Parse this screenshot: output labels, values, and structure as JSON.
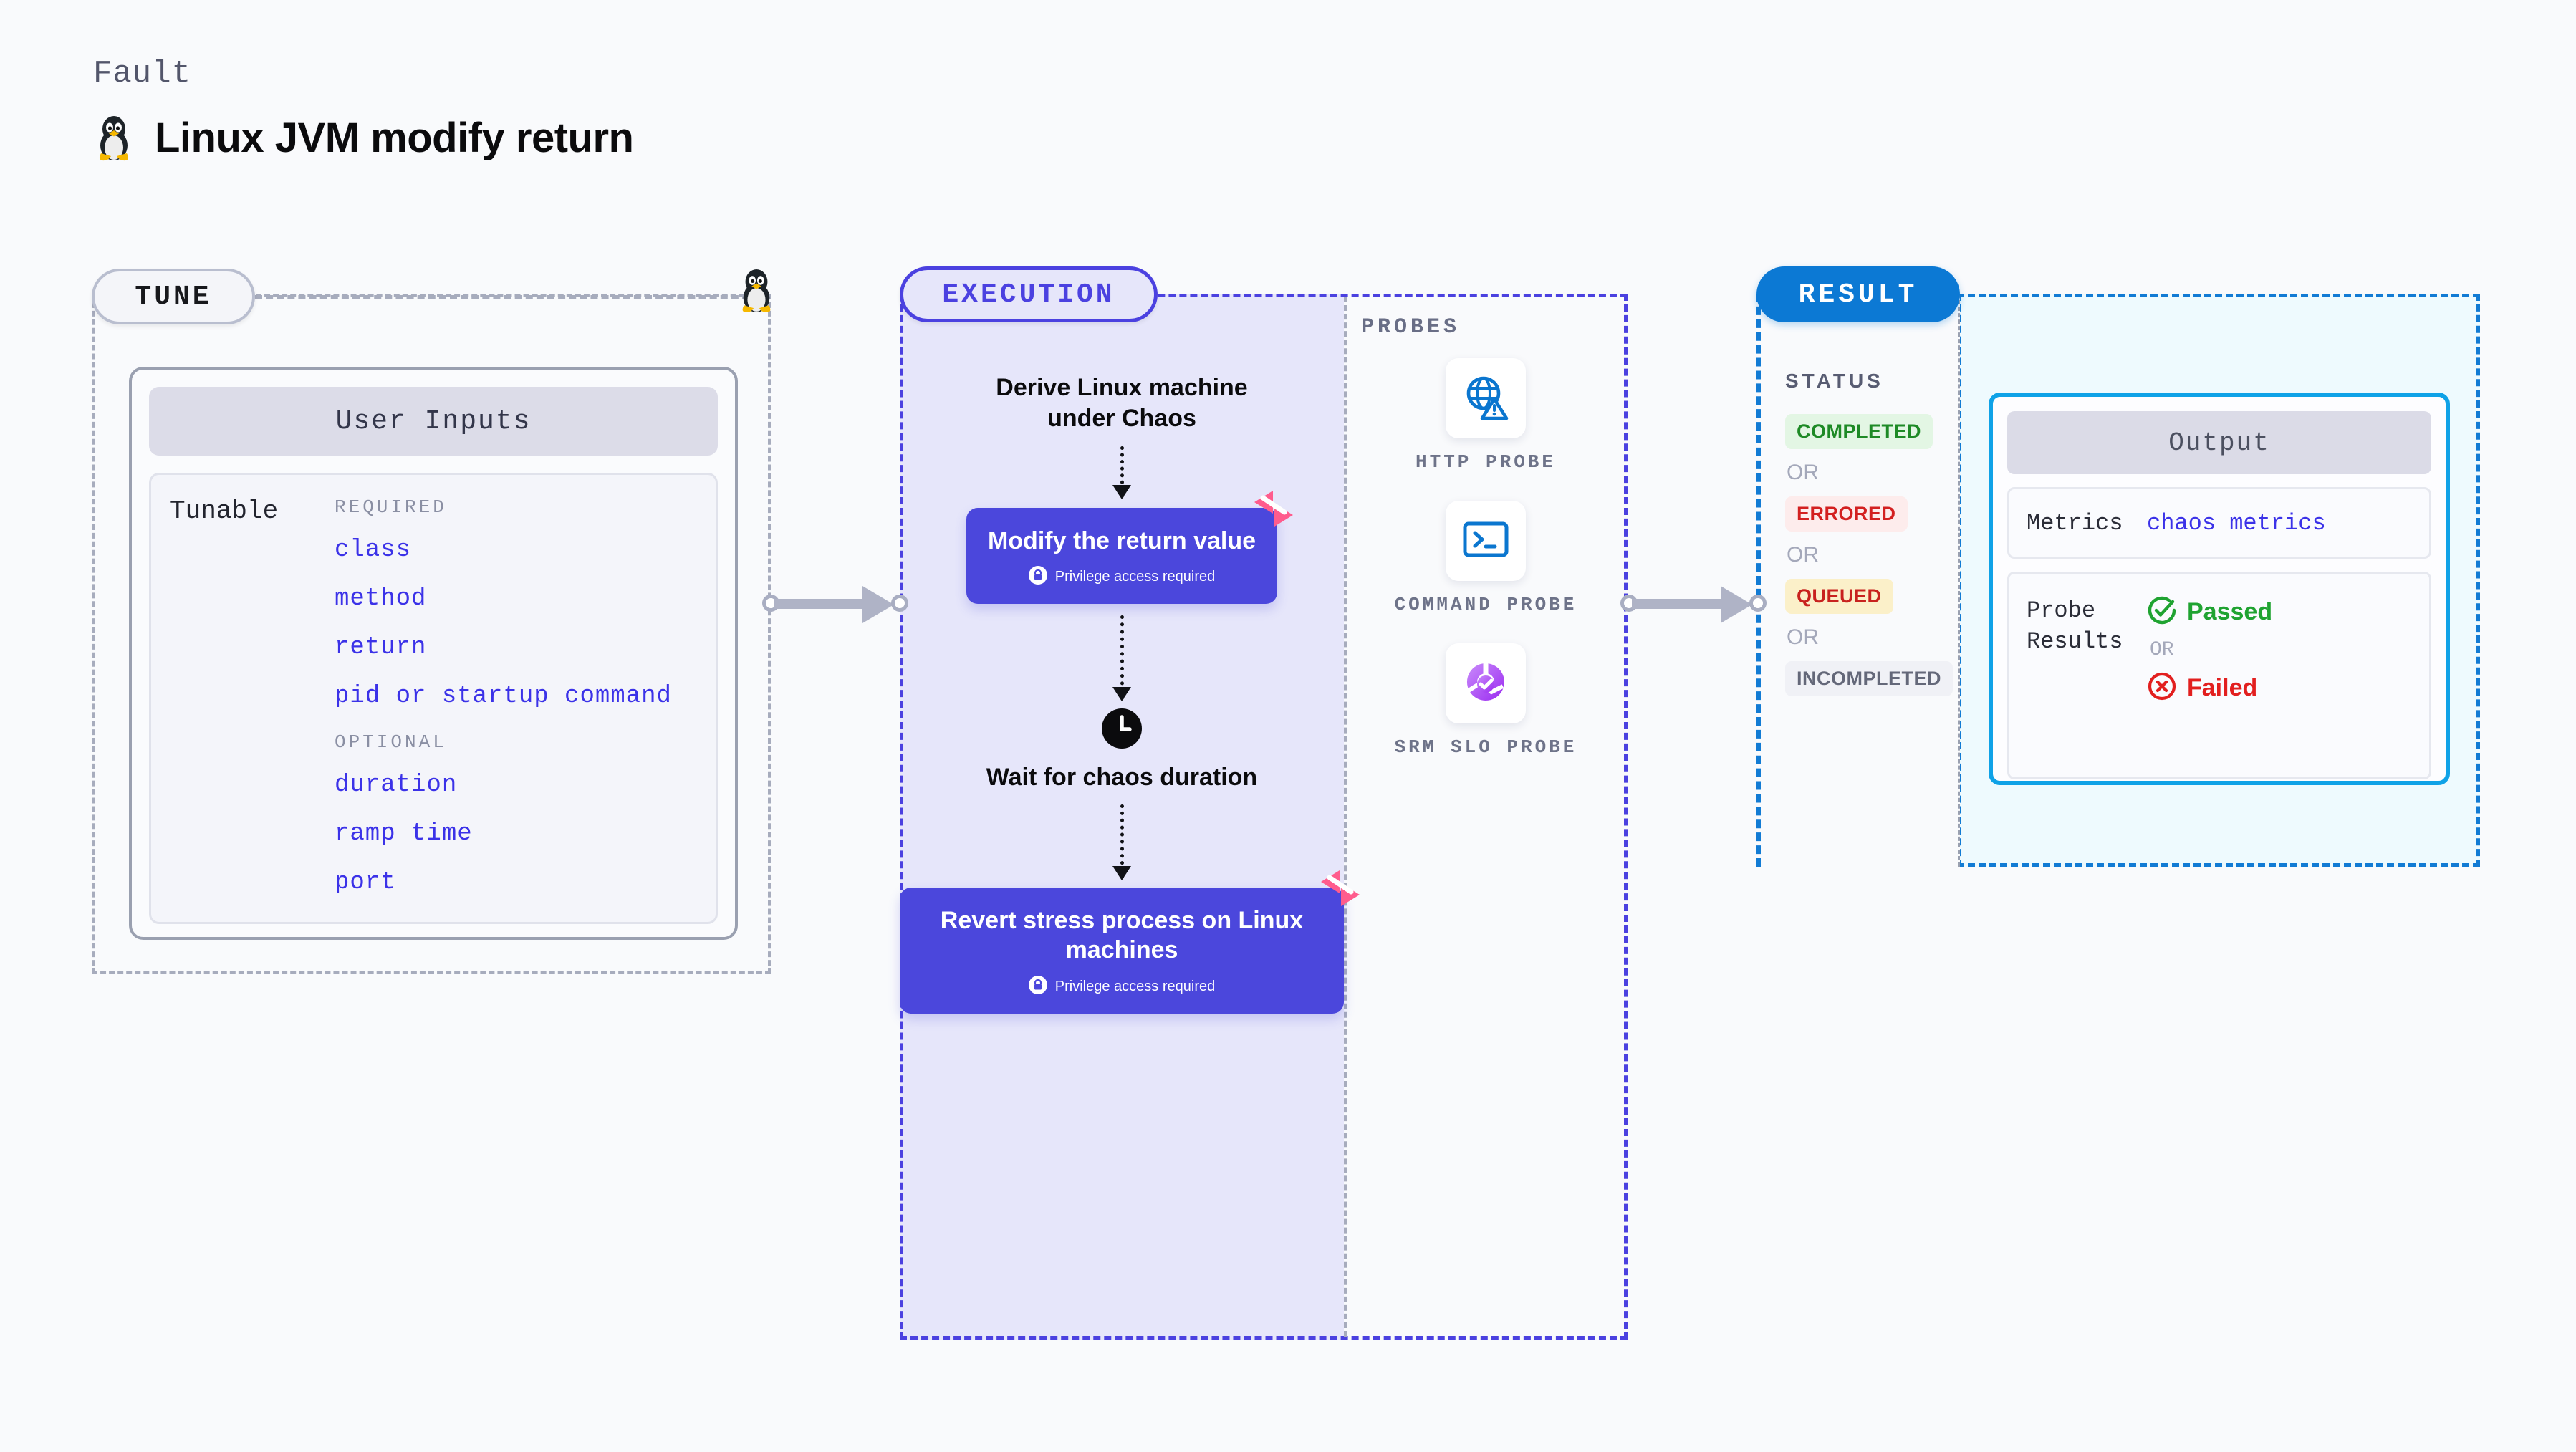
{
  "header": {
    "eyebrow": "Fault",
    "title": "Linux JVM modify return",
    "icon": "linux-penguin-icon"
  },
  "tune": {
    "chip_label": "TUNE",
    "edge_icon": "linux-penguin-icon",
    "card": {
      "header": "User Inputs",
      "row_label": "Tunable",
      "groups": [
        {
          "heading": "REQUIRED",
          "items": [
            "class",
            "method",
            "return",
            "pid or startup command"
          ]
        },
        {
          "heading": "OPTIONAL",
          "items": [
            "duration",
            "ramp time",
            "port"
          ]
        }
      ]
    }
  },
  "execution": {
    "chip_label": "EXECUTION",
    "steps": [
      {
        "kind": "text",
        "label": "Derive Linux machine under Chaos"
      },
      {
        "kind": "box",
        "label": "Modify the return value",
        "note": "Privilege access required",
        "note_icon": "lock-icon",
        "brand_icon": "harness-logo-icon"
      },
      {
        "kind": "clock",
        "label": "Wait for chaos duration",
        "icon": "clock-icon"
      },
      {
        "kind": "box",
        "label": "Revert stress process on Linux machines",
        "note": "Privilege access required",
        "note_icon": "lock-icon",
        "brand_icon": "harness-logo-icon"
      }
    ]
  },
  "probes": {
    "title": "PROBES",
    "items": [
      {
        "label": "HTTP PROBE",
        "icon": "globe-warning-icon"
      },
      {
        "label": "COMMAND PROBE",
        "icon": "terminal-icon"
      },
      {
        "label": "SRM SLO PROBE",
        "icon": "slo-donut-check-icon"
      }
    ]
  },
  "result": {
    "chip_label": "RESULT",
    "status_title": "STATUS",
    "or_label": "OR",
    "statuses": [
      {
        "label": "COMPLETED",
        "bg": "#E3F6E4",
        "fg": "#1E8A26"
      },
      {
        "label": "ERRORED",
        "bg": "#FDECEC",
        "fg": "#D32020"
      },
      {
        "label": "QUEUED",
        "bg": "#FBF0C9",
        "fg": "#C8221E"
      },
      {
        "label": "INCOMPLETED",
        "bg": "#F0F1F6",
        "fg": "#646879"
      }
    ],
    "output": {
      "header": "Output",
      "metrics_label": "Metrics",
      "metrics_value": "chaos metrics",
      "probe_results_label": "Probe Results",
      "passed_label": "Passed",
      "passed_icon": "check-circle-icon",
      "failed_label": "Failed",
      "failed_icon": "x-circle-icon",
      "or_label": "OR"
    }
  },
  "connectors": [
    {
      "name": "tune-to-execution"
    },
    {
      "name": "probes-to-result"
    }
  ],
  "colors": {
    "brand_purple": "#4B47DC",
    "brand_pink": "#FF5C8D",
    "result_blue": "#0C79D4",
    "tunable_blue": "#3B32E8",
    "pass_green": "#1FA331",
    "fail_red": "#E21F1F"
  }
}
